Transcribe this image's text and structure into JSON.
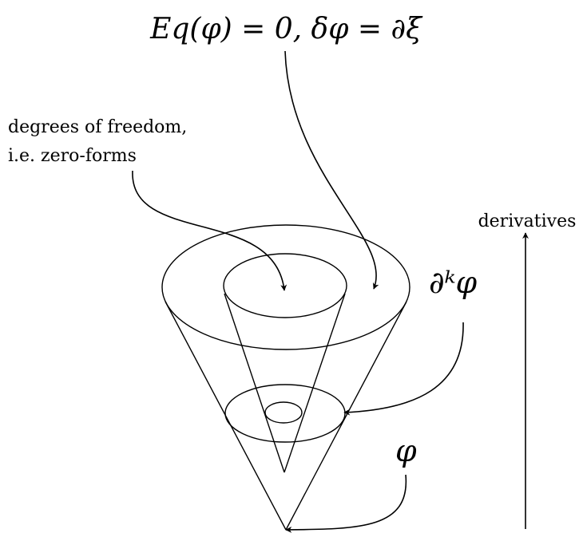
{
  "labels": {
    "equation": "Eq(φ) = 0, δφ = ∂ξ",
    "dof_line1": "degrees of freedom,",
    "dof_line2": "i.e. zero-forms",
    "derivatives": "derivatives",
    "derivative_field": "∂ᵏφ",
    "field": "φ"
  },
  "colors": {
    "stroke": "#000000",
    "background": "#ffffff"
  }
}
